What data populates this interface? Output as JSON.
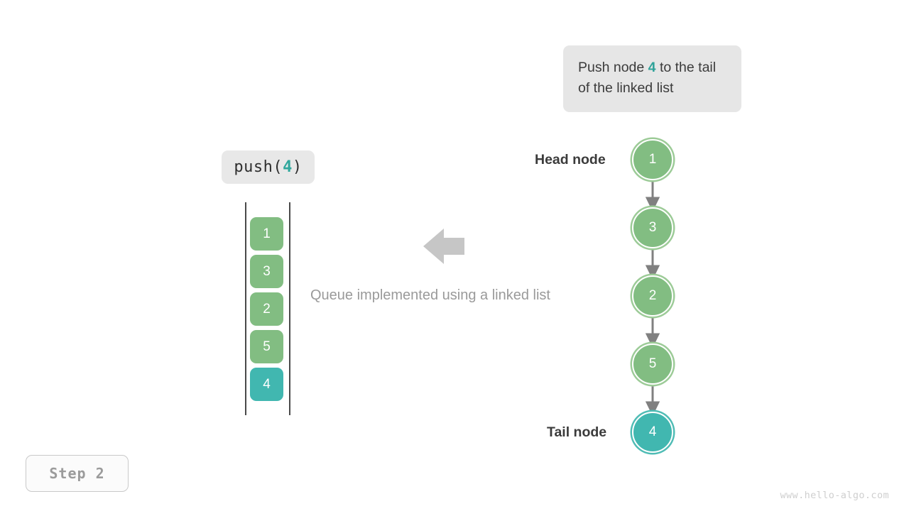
{
  "callout": {
    "text_before": "Push node ",
    "highlight": "4",
    "text_after": " to the tail of the linked list"
  },
  "operation": {
    "prefix": "push(",
    "argument": "4",
    "suffix": ")"
  },
  "queue_array": {
    "cells": [
      {
        "value": "1",
        "color_name": "green",
        "color": "#82bd82"
      },
      {
        "value": "3",
        "color_name": "green",
        "color": "#82bd82"
      },
      {
        "value": "2",
        "color_name": "green",
        "color": "#82bd82"
      },
      {
        "value": "5",
        "color_name": "green",
        "color": "#82bd82"
      },
      {
        "value": "4",
        "color_name": "teal",
        "color": "#41b7b0"
      }
    ]
  },
  "caption": "Queue implemented using a linked list",
  "linked_list": {
    "head_label": "Head node",
    "tail_label": "Tail node",
    "nodes": [
      {
        "value": "1",
        "color_name": "green",
        "color": "#82bd82"
      },
      {
        "value": "3",
        "color_name": "green",
        "color": "#82bd82"
      },
      {
        "value": "2",
        "color_name": "green",
        "color": "#82bd82"
      },
      {
        "value": "5",
        "color_name": "green",
        "color": "#82bd82"
      },
      {
        "value": "4",
        "color_name": "teal",
        "color": "#41b7b0"
      }
    ]
  },
  "step_badge": "Step 2",
  "watermark": "www.hello-algo.com",
  "colors": {
    "green": "#82bd82",
    "teal": "#41b7b0",
    "highlight_text": "#30a39a",
    "arrow_gray": "#808080",
    "big_arrow_gray": "#c6c6c6",
    "caption_gray": "#9a9a9a",
    "callout_bg": "#e6e6e6",
    "chip_bg": "#e8e8e8"
  }
}
